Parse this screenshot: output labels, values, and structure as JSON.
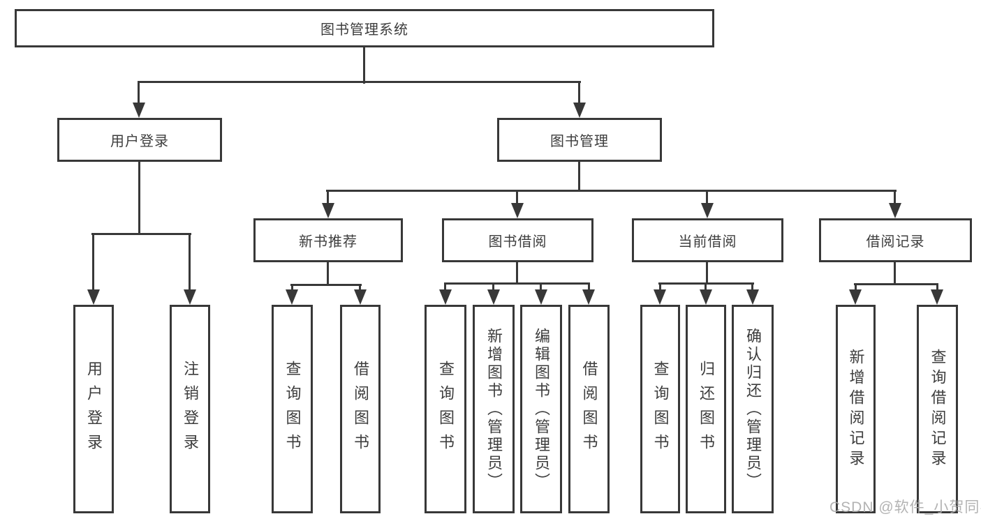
{
  "tree": {
    "root": {
      "label": "图书管理系统",
      "children": [
        {
          "label": "用户登录",
          "children": [
            {
              "label": "用户登录"
            },
            {
              "label": "注销登录"
            }
          ]
        },
        {
          "label": "图书管理",
          "children": [
            {
              "label": "新书推荐",
              "children": [
                {
                  "label": "查询图书"
                },
                {
                  "label": "借阅图书"
                }
              ]
            },
            {
              "label": "图书借阅",
              "children": [
                {
                  "label": "查询图书"
                },
                {
                  "label": "新增图书（管理员）"
                },
                {
                  "label": "编辑图书（管理员）"
                },
                {
                  "label": "借阅图书"
                }
              ]
            },
            {
              "label": "当前借阅",
              "children": [
                {
                  "label": "查询图书"
                },
                {
                  "label": "归还图书"
                },
                {
                  "label": "确认归还（管理员）"
                }
              ]
            },
            {
              "label": "借阅记录",
              "children": [
                {
                  "label": "新增借阅记录"
                },
                {
                  "label": "查询借阅记录"
                }
              ]
            }
          ]
        }
      ]
    }
  },
  "watermark": {
    "text": "CSDN @软件_小贺同学"
  },
  "colors": {
    "line": "#383838",
    "text": "#3d3d3d",
    "watermark": "#ababab",
    "background": "#ffffff"
  }
}
